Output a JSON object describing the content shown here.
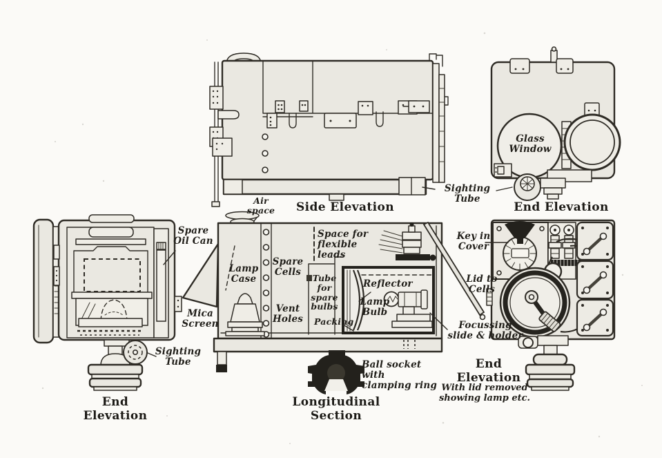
{
  "figure": {
    "type": "technical-illustration",
    "subject": "signalling lamp apparatus, five projection views",
    "ink_color": "#2e2b25",
    "paper_color": "#fbfaf7",
    "views": {
      "side": {
        "caption": "Side Elevation",
        "air_space": "Air\nspace",
        "sighting_tube": "Sighting Tube"
      },
      "end_top": {
        "caption": "End Elevation",
        "glass_window": "Glass\nWindow"
      },
      "end_left": {
        "caption": "End\nElevation",
        "spare_oil_can": "Spare\nOil Can",
        "mica_screen": "Mica\nScreen",
        "sighting_tube": "Sighting\nTube"
      },
      "section": {
        "caption": "Longitudinal\nSection",
        "lamp_case": "Lamp\nCase",
        "spare_cells": "Spare\nCells",
        "vent_holes": "Vent\nHoles",
        "flexible_leads": "Space for\nflexible leads",
        "tube_spare_bulbs": "Tube\nfor\nspare\nbulbs",
        "packing": "Packing",
        "reflector": "Reflector",
        "lamp_bulb": "Lamp\nBulb",
        "ball_socket": "Ball socket with\nclamping ring"
      },
      "end_right": {
        "caption": "End\nElevation",
        "subcaption": "With lid removed\nshowing lamp etc.",
        "key_in_cover": "Key in\nCover",
        "lid_to_cells": "Lid to\nCells",
        "focussing": "Focussing\nslide & holder"
      }
    }
  }
}
